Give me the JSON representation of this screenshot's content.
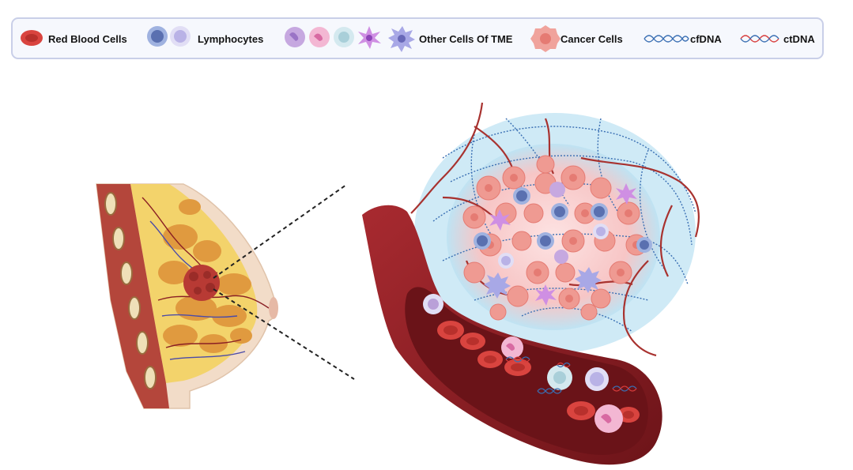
{
  "legend": {
    "items": [
      {
        "id": "red-blood-cells",
        "label": "Red Blood Cells"
      },
      {
        "id": "lymphocytes",
        "label": "Lymphocytes"
      },
      {
        "id": "other-cells-of-tme",
        "label": "Other Cells Of TME"
      },
      {
        "id": "cancer-cells",
        "label": "Cancer Cells"
      },
      {
        "id": "cfdna",
        "label": "cfDNA"
      },
      {
        "id": "ctdna",
        "label": "ctDNA"
      }
    ]
  },
  "colors": {
    "red_blood_cell": "#d9443f",
    "lymphocyte": "#7d90c8",
    "tme_cell": "#b9a0d8",
    "cancer_cell": "#ef9a92",
    "cfdna": "#3a6fb3",
    "ctdna": "#d83b3b",
    "vessel": "#8a1f24",
    "tissue_fat": "#f3d36b",
    "lobule": "#e09a3f",
    "skin": "#f2dcc8",
    "legend_border": "#c9cfe8"
  }
}
